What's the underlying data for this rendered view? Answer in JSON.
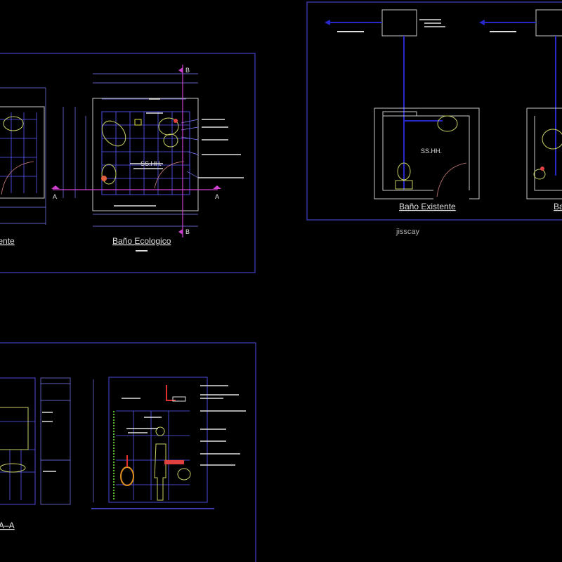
{
  "drawing": {
    "sheet1": {
      "title_left": "Baño Existente",
      "title_right": "Baño Ecologico",
      "room_label": "SS.HH.",
      "section_b": "B",
      "section_a": "A"
    },
    "sheet2": {
      "title_left": "Baño Existente",
      "title_right": "Baño Existente",
      "room_label": "SS.HH.",
      "author": "jisscay"
    },
    "sheet3": {
      "section_title": "A–A"
    },
    "colors": {
      "background": "#000000",
      "frame": "#3c3cb4",
      "walls": "#c8c8c8",
      "tiles": "#5a5aff",
      "fixtures": "#c8d060",
      "section_lines": "#d040d0",
      "pipes": "#2828c8"
    }
  }
}
